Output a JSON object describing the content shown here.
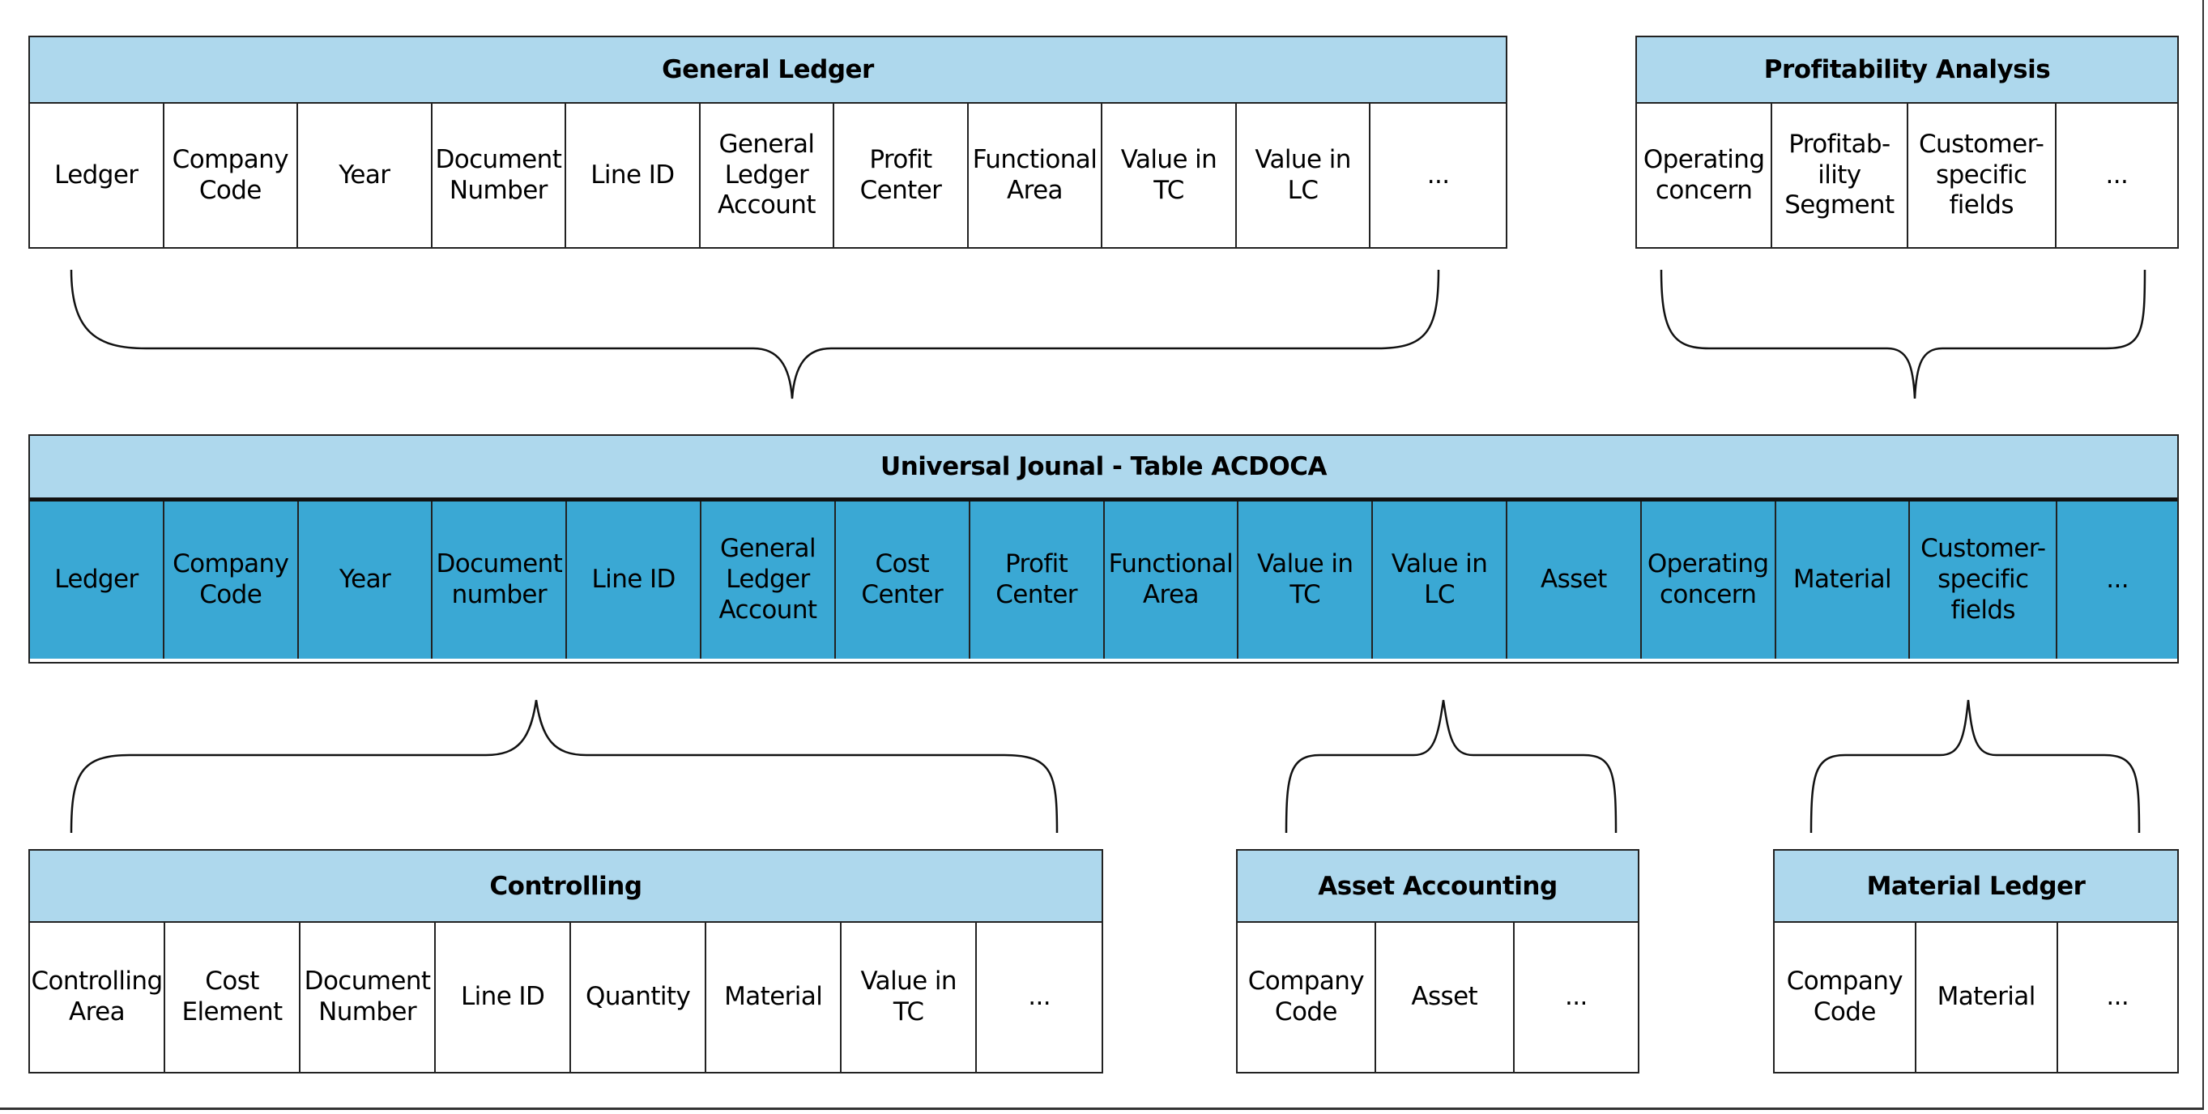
{
  "general_ledger": {
    "title": "General Ledger",
    "fields": [
      "Ledger",
      "Company\nCode",
      "Year",
      "Document\nNumber",
      "Line ID",
      "General\nLedger\nAccount",
      "Profit\nCenter",
      "Functional\nArea",
      "Value in\nTC",
      "Value in\nLC",
      "..."
    ]
  },
  "profitability_analysis": {
    "title": "Profitability Analysis",
    "fields": [
      "Operating\nconcern",
      "Profitab-\nility\nSegment",
      "Customer-\nspecific\nfields",
      "..."
    ]
  },
  "universal_journal": {
    "title": "Universal Jounal - Table ACDOCA",
    "fields": [
      "Ledger",
      "Company\nCode",
      "Year",
      "Document\nnumber",
      "Line ID",
      "General\nLedger\nAccount",
      "Cost\nCenter",
      "Profit\nCenter",
      "Functional\nArea",
      "Value in\nTC",
      "Value in\nLC",
      "Asset",
      "Operating\nconcern",
      "Material",
      "Customer-\nspecific\nfields",
      "..."
    ]
  },
  "controlling": {
    "title": "Controlling",
    "fields": [
      "Controlling\nArea",
      "Cost\nElement",
      "Document\nNumber",
      "Line ID",
      "Quantity",
      "Material",
      "Value in\nTC",
      "..."
    ]
  },
  "asset_accounting": {
    "title": "Asset Accounting",
    "fields": [
      "Company\nCode",
      "Asset",
      "..."
    ]
  },
  "material_ledger": {
    "title": "Material Ledger",
    "fields": [
      "Company\nCode",
      "Material",
      "..."
    ]
  }
}
